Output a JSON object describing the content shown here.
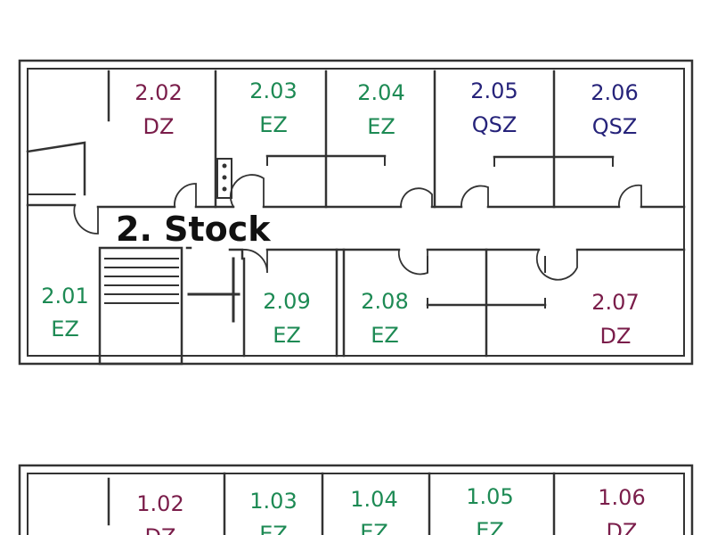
{
  "colors": {
    "EZ": "#1d8a54",
    "DZ": "#7a1d4a",
    "QSZ": "#26237a",
    "title": "#111111"
  },
  "floor2": {
    "title": "2. Stock",
    "rooms": [
      {
        "id": "2.01",
        "type": "EZ"
      },
      {
        "id": "2.02",
        "type": "DZ"
      },
      {
        "id": "2.03",
        "type": "EZ"
      },
      {
        "id": "2.04",
        "type": "EZ"
      },
      {
        "id": "2.05",
        "type": "QSZ"
      },
      {
        "id": "2.06",
        "type": "QSZ"
      },
      {
        "id": "2.07",
        "type": "DZ"
      },
      {
        "id": "2.08",
        "type": "EZ"
      },
      {
        "id": "2.09",
        "type": "EZ"
      }
    ]
  },
  "floor1": {
    "rooms": [
      {
        "id": "1.02",
        "type": "DZ"
      },
      {
        "id": "1.03",
        "type": "EZ"
      },
      {
        "id": "1.04",
        "type": "EZ"
      },
      {
        "id": "1.05",
        "type": "EZ"
      },
      {
        "id": "1.06",
        "type": "DZ"
      }
    ]
  }
}
